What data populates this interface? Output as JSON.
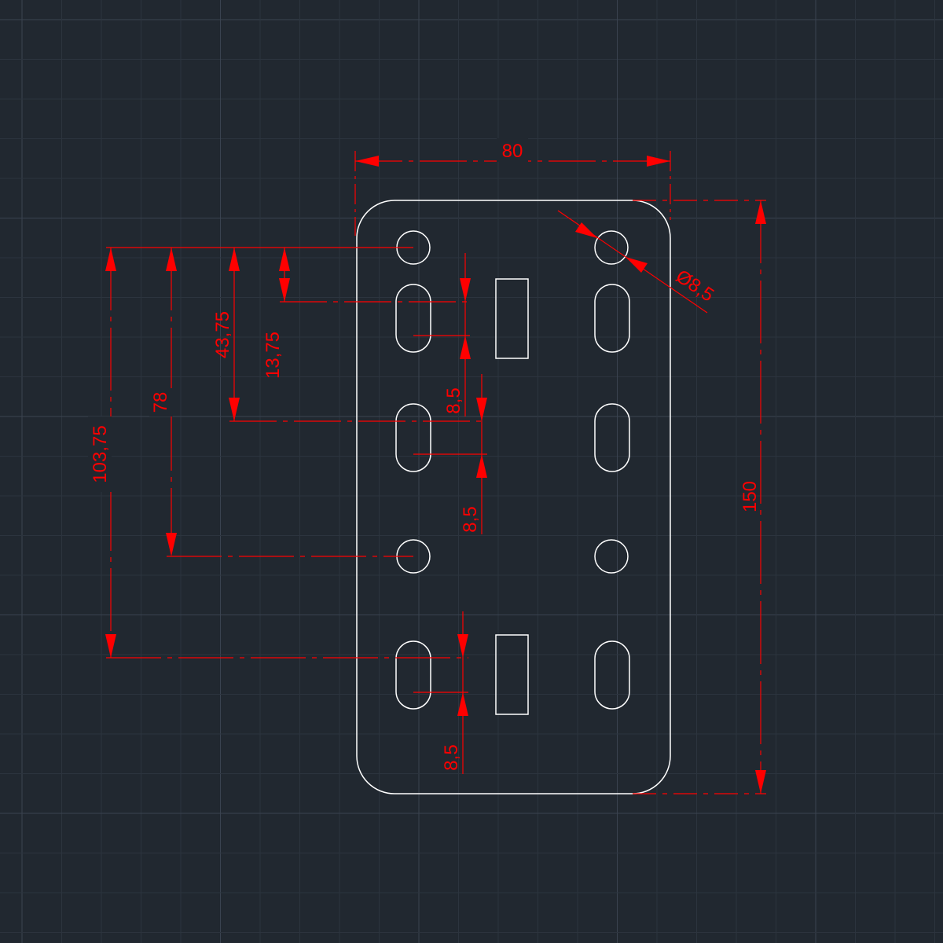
{
  "colors": {
    "background": "#212830",
    "grid_minor": "#2c343e",
    "grid_major": "#3a4350",
    "part_outline": "#ffffff",
    "dimension": "#ff0000"
  },
  "dimensions": {
    "overall_width": "80",
    "overall_height": "150",
    "hole_diameter": "Ø8,5",
    "offset_103_75": "103,75",
    "offset_78": "78",
    "offset_43_75": "43,75",
    "offset_13_75": "13,75",
    "slot_length_a": "8,5",
    "slot_length_b": "8,5",
    "slot_length_c": "8,5"
  }
}
